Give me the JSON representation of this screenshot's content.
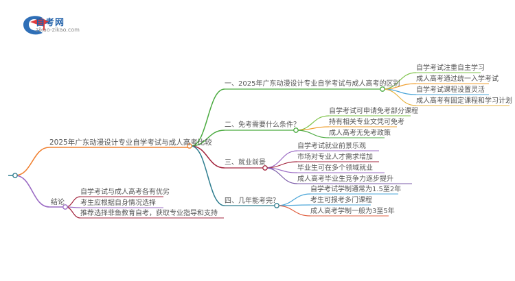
{
  "logo": {
    "title": "自考网",
    "subtitle": "zikao-zikao.com"
  },
  "mindmap": {
    "root": "2025年广东动漫设计专业自学考试与成人高考比较",
    "branches": [
      {
        "title": "一、2025年广东动漫设计专业自学考试与成人高考的区别",
        "color": "#4aaa3f",
        "items": [
          "自学考试注重自主学习",
          "成人高考通过统一入学考试",
          "自学考试课程设置灵活",
          "成人高考有固定课程和学习计划"
        ],
        "item_colors": [
          "#7fc34a",
          "#f0a030",
          "#4aa5d8",
          "#e8b440"
        ]
      },
      {
        "title": "二、免考需要什么条件？",
        "color": "#4aaa3f",
        "items": [
          "自学考试可申请免考部分课程",
          "持有相关专业文凭可免考",
          "成人高考无免考政策"
        ],
        "item_colors": [
          "#7fc34a",
          "#f0a030",
          "#4aaa3f"
        ]
      },
      {
        "title": "三、就业前景",
        "color": "#a3243d",
        "items": [
          "自学考试就业前景乐观",
          "市场对专业人才需求增加",
          "毕业生可在多个领域就业",
          "成人高考毕业生竞争力逐步提升"
        ],
        "item_colors": [
          "#9b6bc4",
          "#a3243d",
          "#9b6bc4",
          "#7a5aa8"
        ]
      },
      {
        "title": "四、几年能考完？",
        "color": "#2e7d8f",
        "items": [
          "自学考试学制通常为1.5至2年",
          "考生可报考多门课程",
          "成人高考学制一般为3至5年"
        ],
        "item_colors": [
          "#4aa5d8",
          "#4aa5d8",
          "#e06040"
        ]
      }
    ],
    "conclusion": {
      "title": "结论",
      "color": "#9b6bc4",
      "items": [
        "自学考试与成人高考各有优劣",
        "考生应根据自身情况选择",
        "推荐选择菲鱼教育自考，获取专业指导和支持"
      ],
      "item_colors": [
        "#a3243d",
        "#9b6bc4",
        "#a3243d"
      ]
    },
    "trunk_color": "#f08030",
    "left_color": "#2e7d8f"
  }
}
